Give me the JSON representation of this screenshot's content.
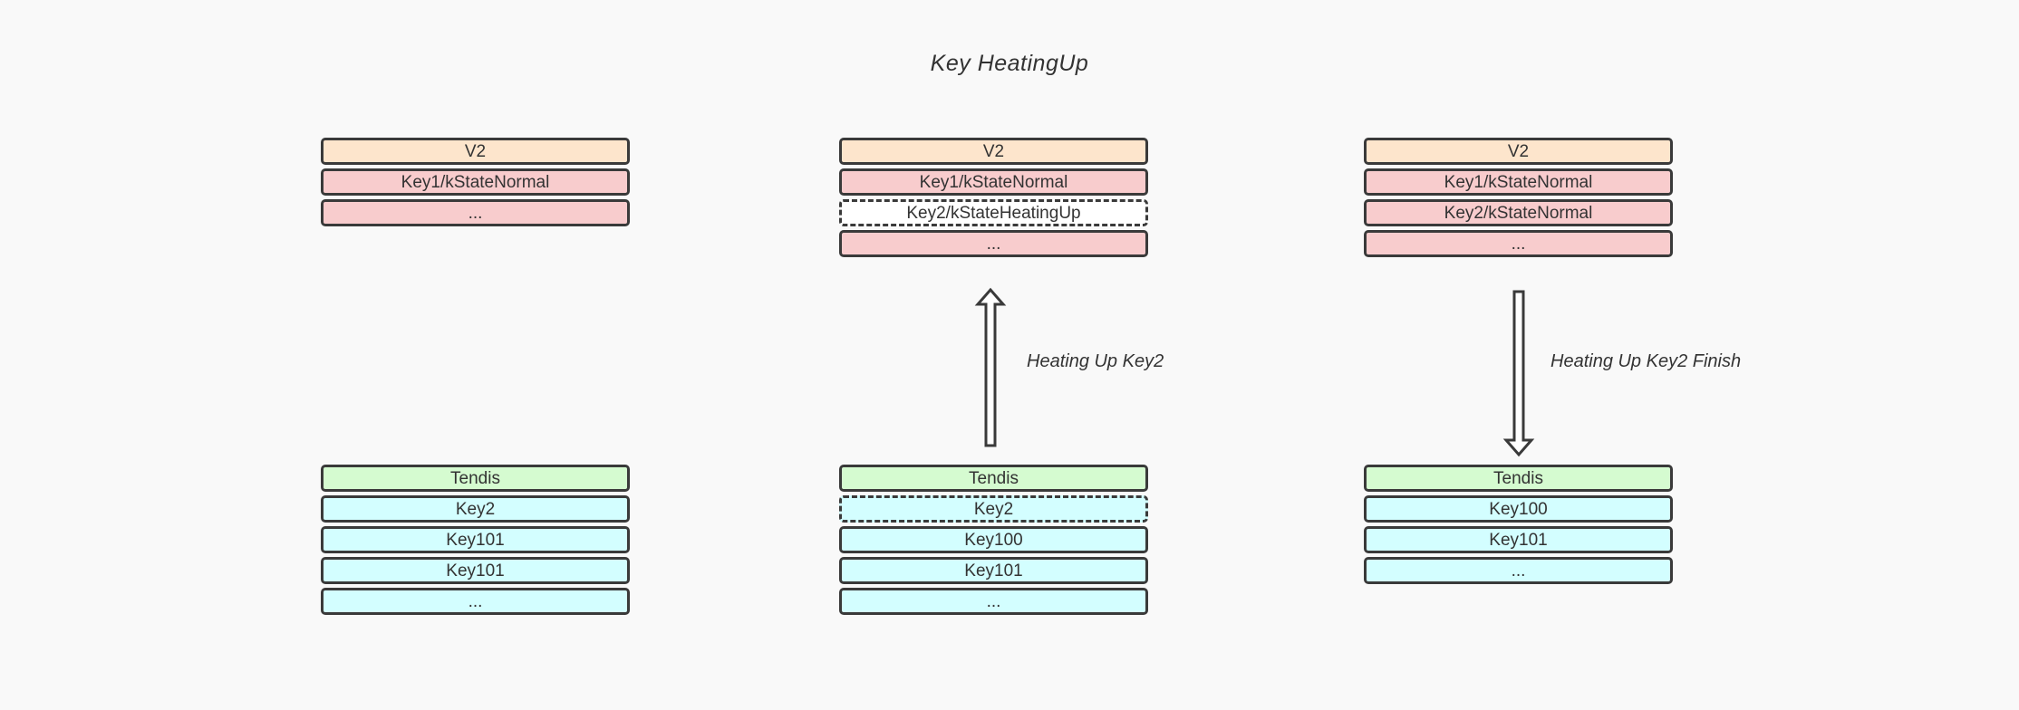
{
  "title": "Key HeatingUp",
  "stages": [
    {
      "top": [
        {
          "text": "V2",
          "color": "orange",
          "dashed": false
        },
        {
          "text": "Key1/kStateNormal",
          "color": "pink",
          "dashed": false
        },
        {
          "text": "...",
          "color": "pink",
          "dashed": false
        }
      ],
      "bottom": [
        {
          "text": "Tendis",
          "color": "green",
          "dashed": false
        },
        {
          "text": "Key2",
          "color": "cyan",
          "dashed": false
        },
        {
          "text": "Key101",
          "color": "cyan",
          "dashed": false
        },
        {
          "text": "Key101",
          "color": "cyan",
          "dashed": false
        },
        {
          "text": "...",
          "color": "cyan",
          "dashed": false
        }
      ]
    },
    {
      "top": [
        {
          "text": "V2",
          "color": "orange",
          "dashed": false
        },
        {
          "text": "Key1/kStateNormal",
          "color": "pink",
          "dashed": false
        },
        {
          "text": "Key2/kStateHeatingUp",
          "color": "white",
          "dashed": true
        },
        {
          "text": "...",
          "color": "pink",
          "dashed": false
        }
      ],
      "bottom": [
        {
          "text": "Tendis",
          "color": "green",
          "dashed": false
        },
        {
          "text": "Key2",
          "color": "cyan",
          "dashed": true
        },
        {
          "text": "Key100",
          "color": "cyan",
          "dashed": false
        },
        {
          "text": "Key101",
          "color": "cyan",
          "dashed": false
        },
        {
          "text": "...",
          "color": "cyan",
          "dashed": false
        }
      ]
    },
    {
      "top": [
        {
          "text": "V2",
          "color": "orange",
          "dashed": false
        },
        {
          "text": "Key1/kStateNormal",
          "color": "pink",
          "dashed": false
        },
        {
          "text": "Key2/kStateNormal",
          "color": "pink",
          "dashed": false
        },
        {
          "text": "...",
          "color": "pink",
          "dashed": false
        }
      ],
      "bottom": [
        {
          "text": "Tendis",
          "color": "green",
          "dashed": false
        },
        {
          "text": "Key100",
          "color": "cyan",
          "dashed": false
        },
        {
          "text": "Key101",
          "color": "cyan",
          "dashed": false
        },
        {
          "text": "...",
          "color": "cyan",
          "dashed": false
        }
      ]
    }
  ],
  "arrows": [
    {
      "label": "Heating Up Key2",
      "direction": "up"
    },
    {
      "label": "Heating Up Key2 Finish",
      "direction": "down"
    }
  ],
  "colors": {
    "orange": "#fde5cc",
    "pink": "#f8cccd",
    "white": "#ffffff",
    "green": "#d5fbd0",
    "cyan": "#d3feff",
    "stroke": "#3a3a3a"
  }
}
